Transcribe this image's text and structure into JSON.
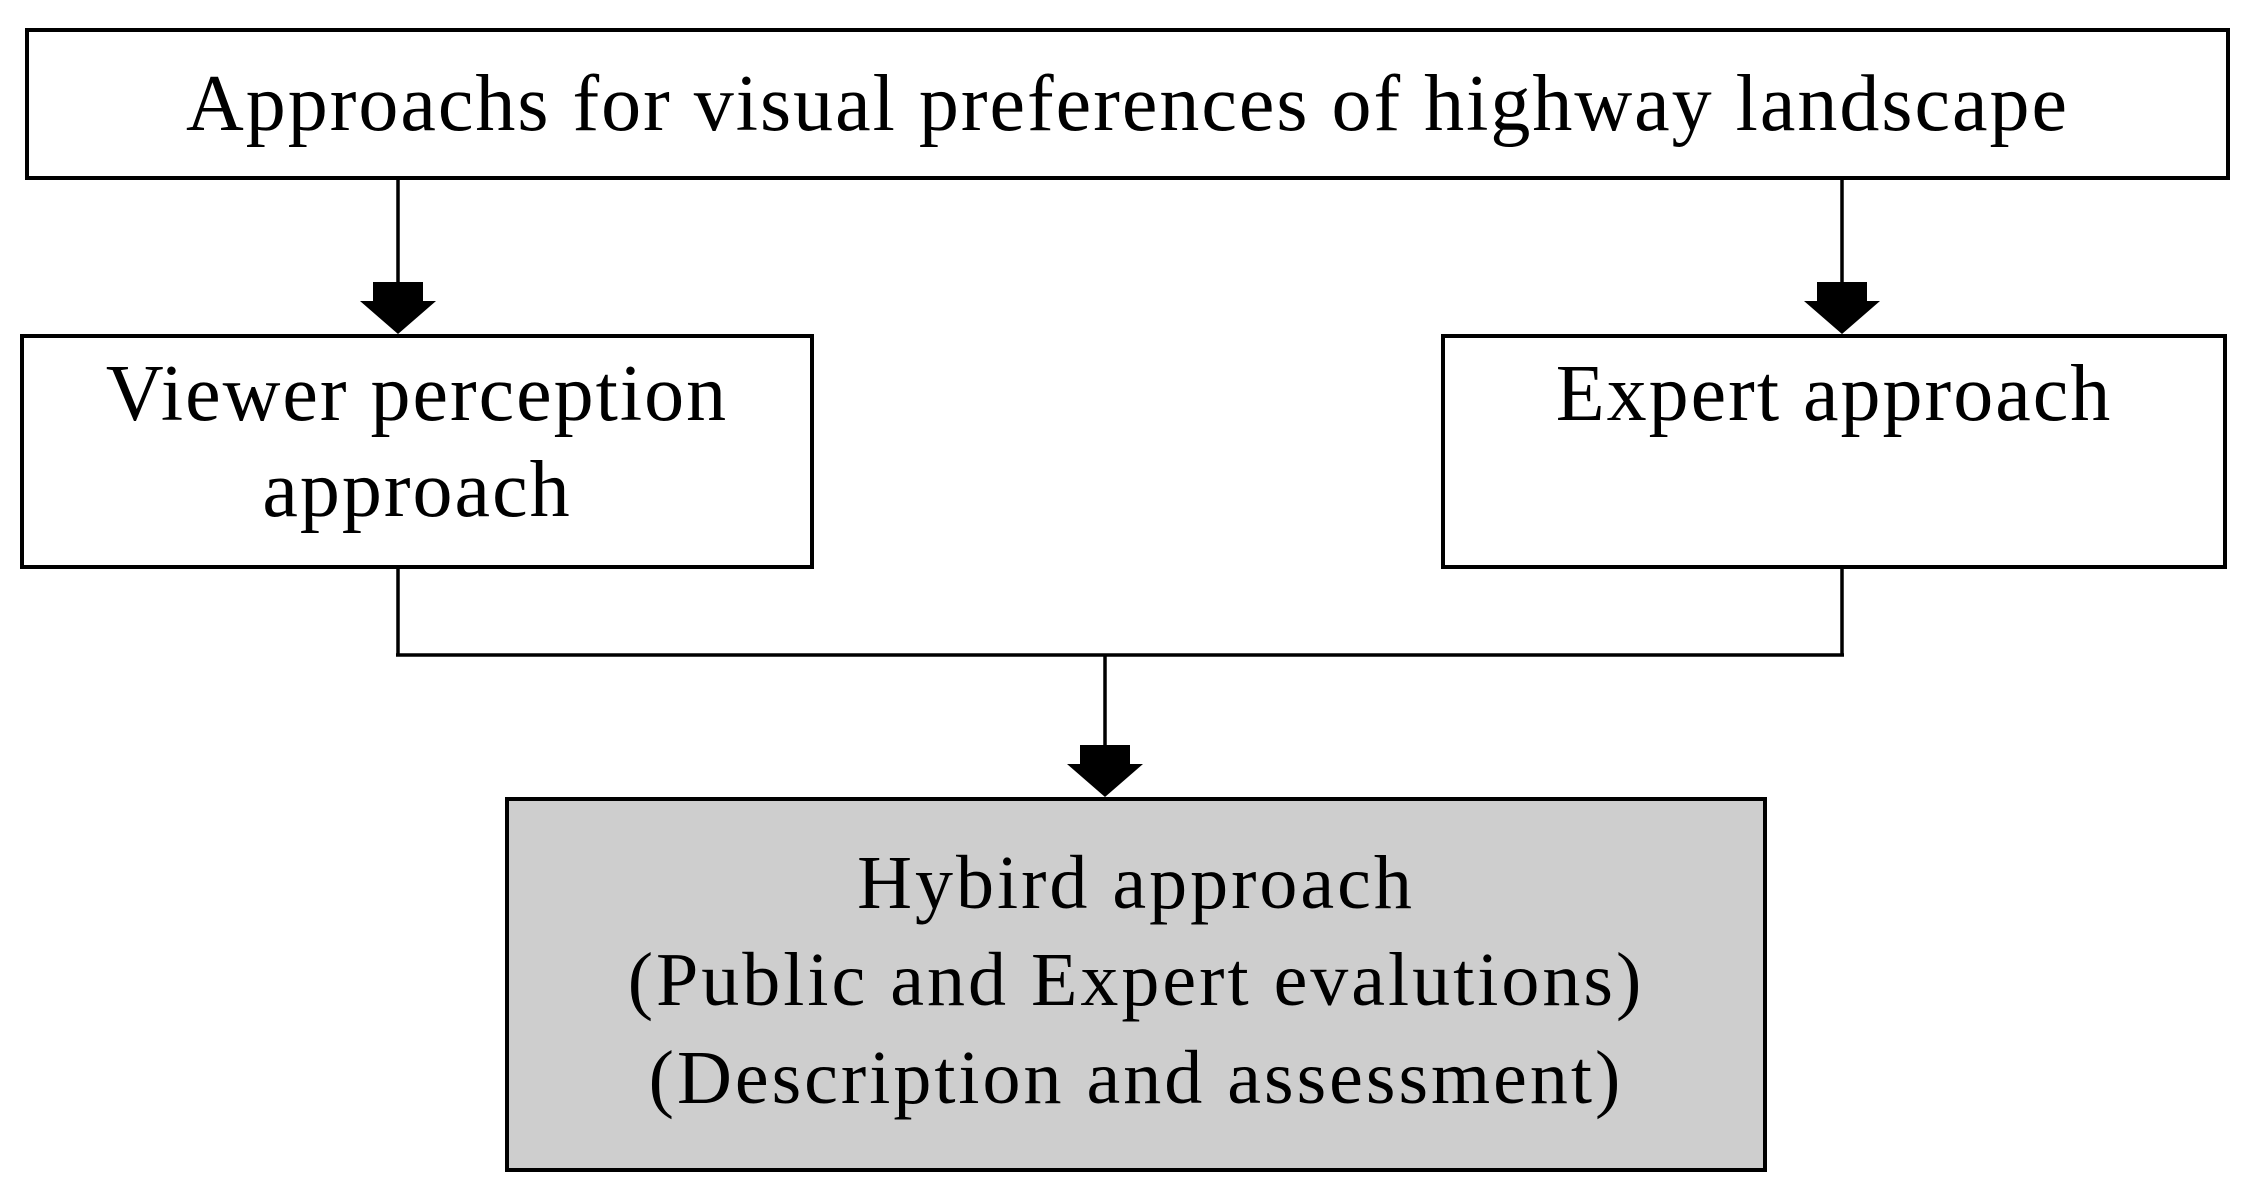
{
  "figure": {
    "title_box": {
      "text": "Approachs for visual preferences of highway landscape"
    },
    "viewer_box": {
      "lines": [
        "Viewer perception",
        "approach"
      ]
    },
    "expert_box": {
      "text": "Expert approach"
    },
    "hybrid_box": {
      "lines": [
        "Hybird approach",
        "(Public and Expert evalutions)",
        "(Description and assessment)"
      ]
    },
    "colors": {
      "background": "#ffffff",
      "border": "#000000",
      "box_fill": "#ffffff",
      "hybrid_fill": "#cecece",
      "connector": "#000000",
      "text": "#000000"
    }
  }
}
